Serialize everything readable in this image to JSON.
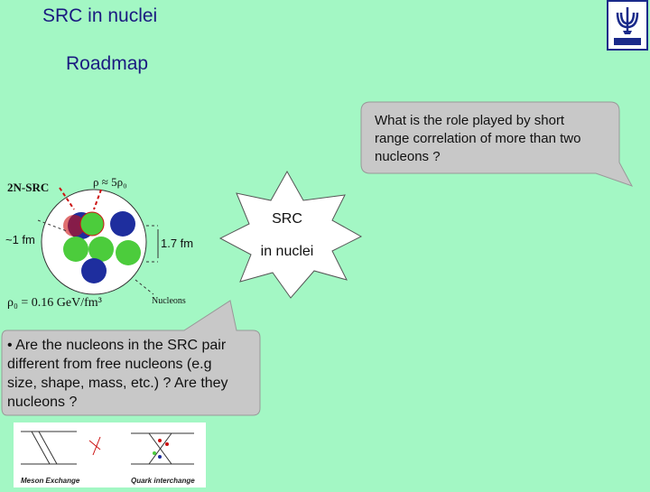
{
  "slide": {
    "title": "SRC in nuclei",
    "subtitle": "Roadmap"
  },
  "callout_top": {
    "text": "What is the role played by short range correlation of more than two nucleons ?"
  },
  "callout_bottom": {
    "text": "• Are the nucleons in the SRC pair different from free nucleons (e.g size, shape, mass, etc.) ? Are they nucleons ?"
  },
  "burst": {
    "line1": "SRC",
    "line2": "in nuclei"
  },
  "nucleus_diagram": {
    "label_2n_src": "2N-SRC",
    "label_density": "ρ ≈ 5ρ₀",
    "label_1fm": "~1 fm",
    "label_17fm": "1.7 fm",
    "label_rho0": "ρ₀ = 0.16 GeV/fm³",
    "label_nucleons": "Nucleons"
  },
  "feynman": {
    "label_left": "Meson Exchange",
    "label_right": "Quark interchange"
  },
  "colors": {
    "background": "#a3f7c4",
    "title": "#1a1a80",
    "callout_fill": "#c8c8c8",
    "nucleon_blue": "#1e2e9e",
    "nucleon_green": "#4ccc3c",
    "accent_red": "#cc1111"
  }
}
